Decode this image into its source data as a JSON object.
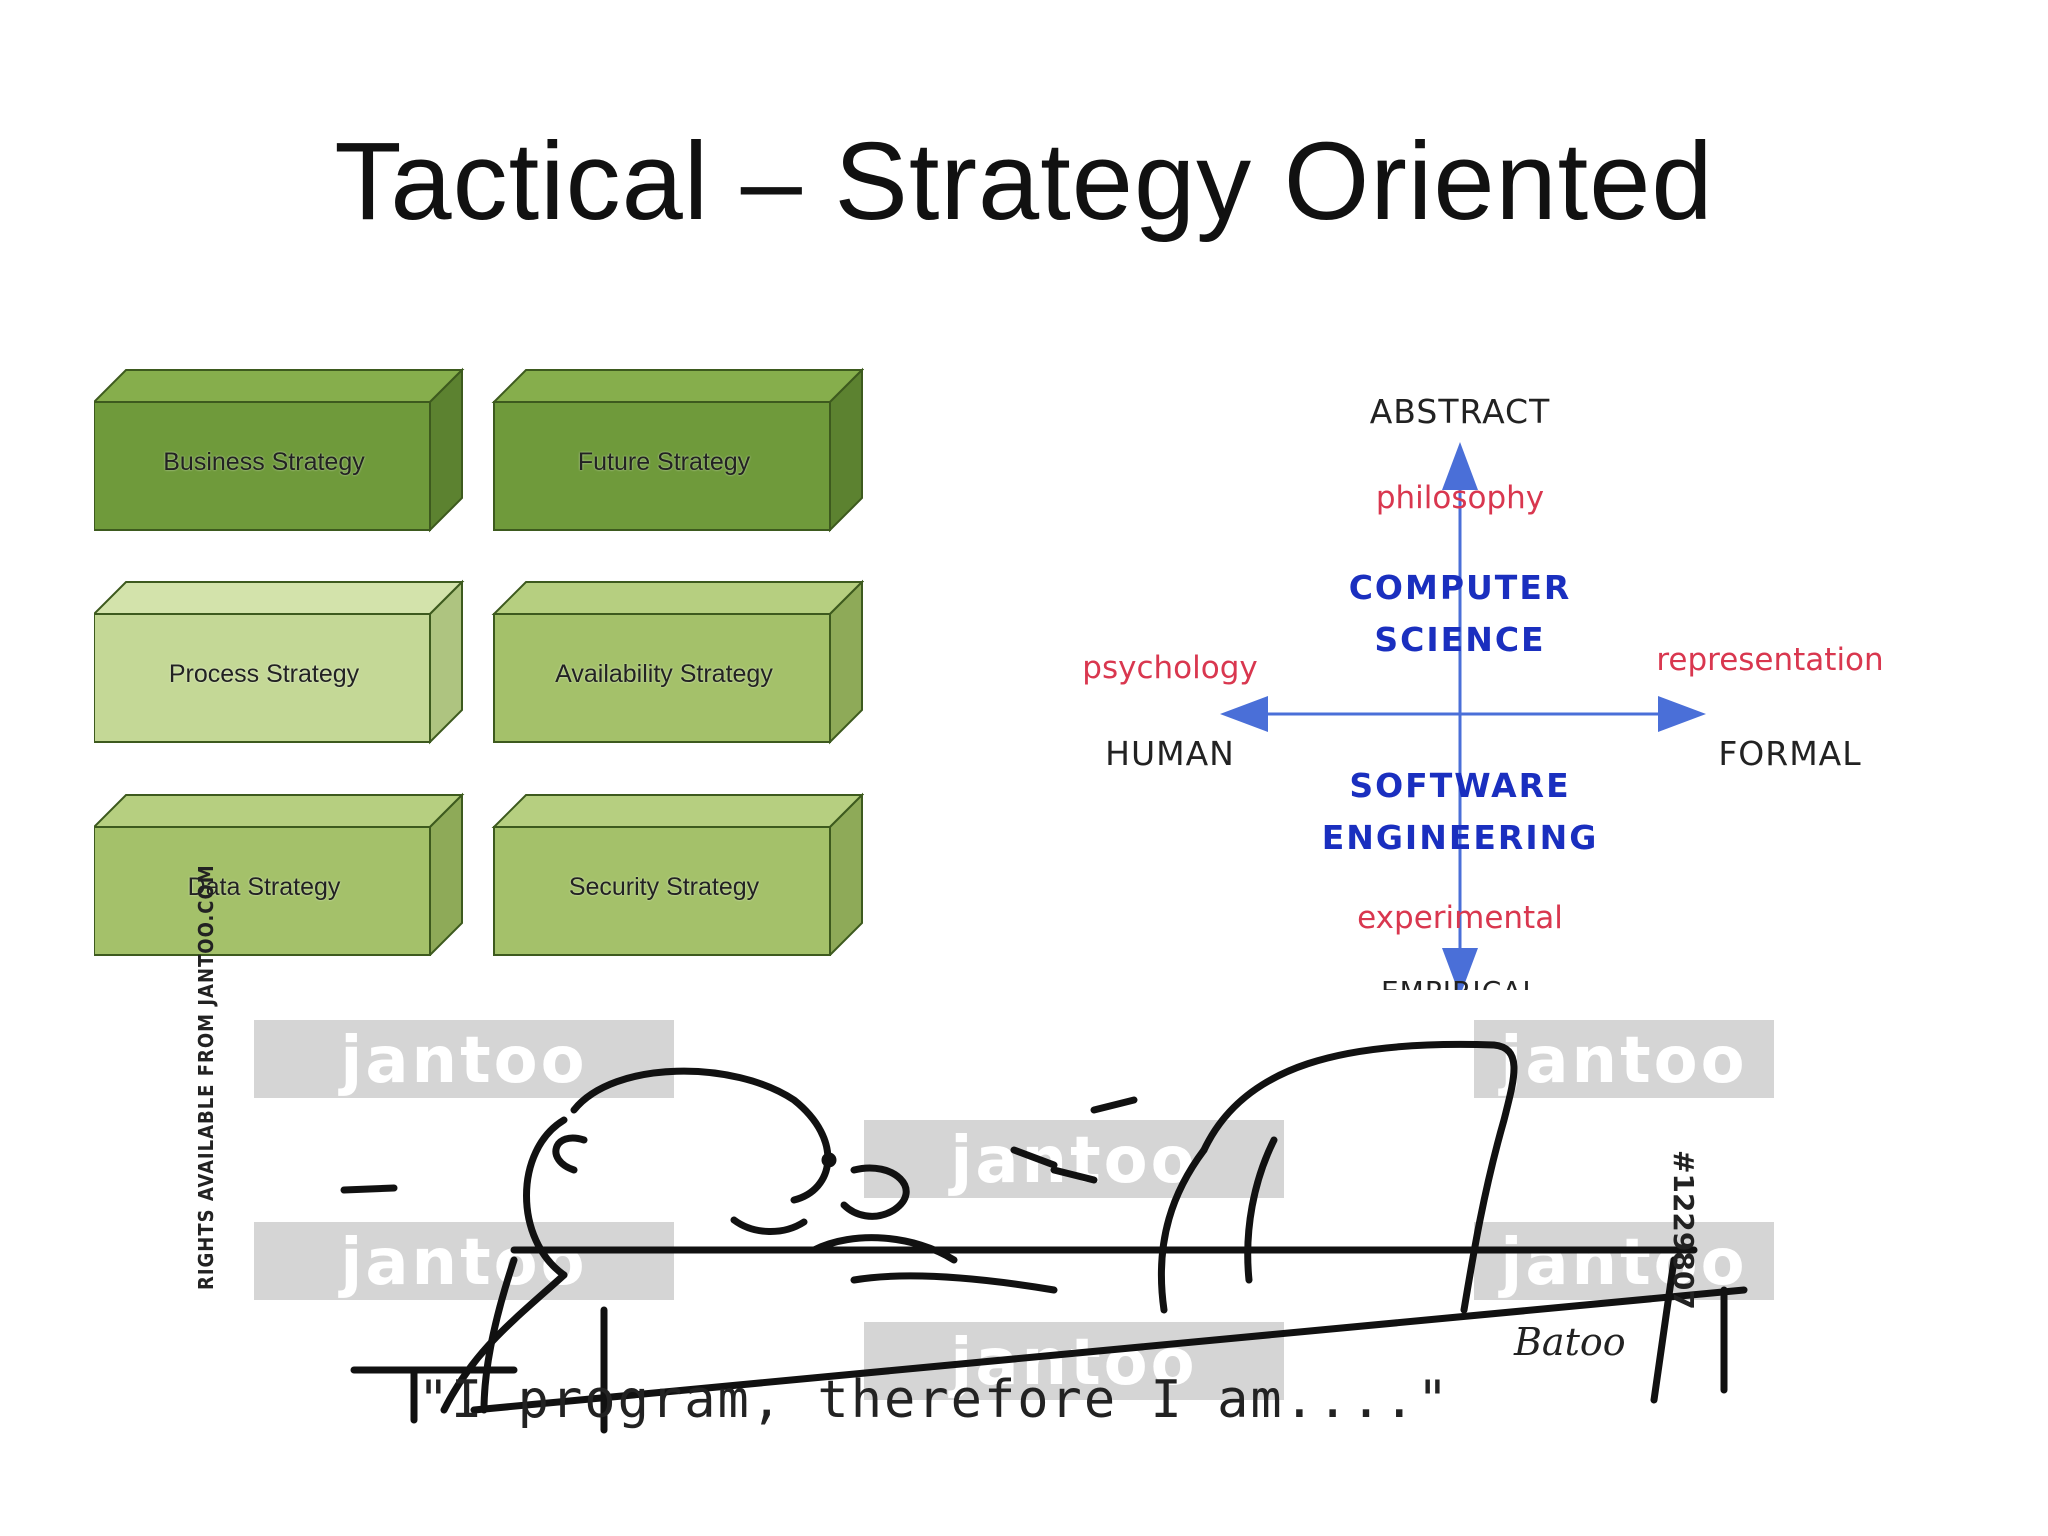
{
  "slide": {
    "title": "Tactical – Strategy Oriented"
  },
  "strategy_boxes": [
    {
      "label": "Business Strategy",
      "shade": "dark"
    },
    {
      "label": "Future Strategy",
      "shade": "dark"
    },
    {
      "label": "Process Strategy",
      "shade": "light"
    },
    {
      "label": "Availability Strategy",
      "shade": "medium"
    },
    {
      "label": "Data Strategy",
      "shade": "medium"
    },
    {
      "label": "Security Strategy",
      "shade": "medium"
    }
  ],
  "box_colors": {
    "dark": {
      "front": "#6f9a3b",
      "top": "#86ae4c",
      "side": "#5c8230"
    },
    "medium": {
      "front": "#a4c16a",
      "top": "#b6cf80",
      "side": "#8eaa58"
    },
    "light": {
      "front": "#c4d896",
      "top": "#d3e3ab",
      "side": "#aec480"
    }
  },
  "quadrant": {
    "top": "ABSTRACT",
    "top_inner": "philosophy",
    "upper_center_line1": "COMPUTER",
    "upper_center_line2": "SCIENCE",
    "left_inner": "psychology",
    "left": "HUMAN",
    "right_inner": "representation",
    "right": "FORMAL",
    "lower_center_line1": "SOFTWARE",
    "lower_center_line2": "ENGINEERING",
    "bottom_inner": "experimental",
    "bottom": "EMPIRICAL"
  },
  "cartoon": {
    "watermark": "jantoo",
    "caption": "\"I program, therefore I am....\"",
    "signature": "Batoo",
    "side_left": "RIGHTS AVAILABLE FROM JANTOO.COM",
    "side_right": "#1229807"
  },
  "colors": {
    "axis": "#4a6fd8",
    "red_text": "#d9374f",
    "blue_text": "#1a2fbf"
  }
}
